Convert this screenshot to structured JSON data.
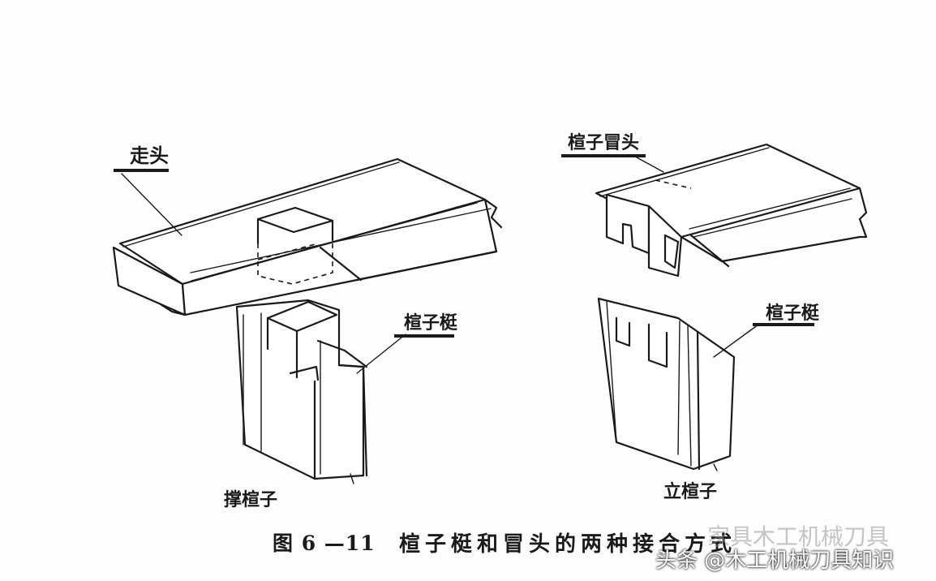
{
  "labels": {
    "zoutou": "走头",
    "left_post": "楦子梃",
    "left_caption": "撑楦子",
    "right_head": "楦子冒头",
    "right_post": "楦子梃",
    "right_caption": "立楦子"
  },
  "caption": {
    "figure_no": "图 6 —11",
    "text": "楦子梃和冒头的两种接合方式"
  },
  "watermark": {
    "overlay": "家具木工机械刀具",
    "text": "头条 @木工机械刀具知识"
  }
}
